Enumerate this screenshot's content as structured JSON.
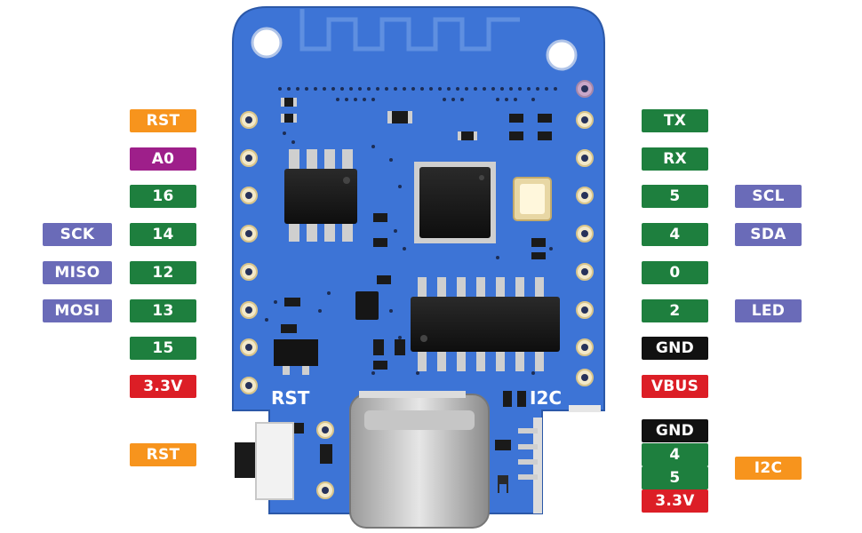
{
  "colors": {
    "board": "#3d74d6",
    "orange": "#f7941d",
    "purple": "#9e1f8a",
    "green": "#1e7f3e",
    "lavender": "#6a6bb8",
    "red": "#dc1e26",
    "black": "#111111"
  },
  "board": {
    "silk_rst": "RST",
    "silk_i2c": "I2C"
  },
  "left_pins": [
    {
      "label": "RST",
      "color": "orange"
    },
    {
      "label": "A0",
      "color": "purple"
    },
    {
      "label": "16",
      "color": "green"
    },
    {
      "label": "14",
      "color": "green"
    },
    {
      "label": "12",
      "color": "green"
    },
    {
      "label": "13",
      "color": "green"
    },
    {
      "label": "15",
      "color": "green"
    },
    {
      "label": "3.3V",
      "color": "red"
    }
  ],
  "left_alt": [
    {
      "label": "SCK",
      "color": "lavender"
    },
    {
      "label": "MISO",
      "color": "lavender"
    },
    {
      "label": "MOSI",
      "color": "lavender"
    }
  ],
  "right_pins": [
    {
      "label": "TX",
      "color": "green"
    },
    {
      "label": "RX",
      "color": "green"
    },
    {
      "label": "5",
      "color": "green"
    },
    {
      "label": "4",
      "color": "green"
    },
    {
      "label": "0",
      "color": "green"
    },
    {
      "label": "2",
      "color": "green"
    },
    {
      "label": "GND",
      "color": "black"
    },
    {
      "label": "VBUS",
      "color": "red"
    }
  ],
  "right_alt": [
    {
      "label": "SCL",
      "color": "lavender"
    },
    {
      "label": "SDA",
      "color": "lavender"
    },
    {
      "label": "LED",
      "color": "lavender"
    }
  ],
  "rst_button": {
    "label": "RST",
    "color": "orange"
  },
  "i2c_connector": [
    {
      "label": "GND",
      "color": "black"
    },
    {
      "label": "4",
      "color": "green"
    },
    {
      "label": "5",
      "color": "green"
    },
    {
      "label": "3.3V",
      "color": "red"
    }
  ],
  "i2c_label": {
    "label": "I2C",
    "color": "orange"
  }
}
